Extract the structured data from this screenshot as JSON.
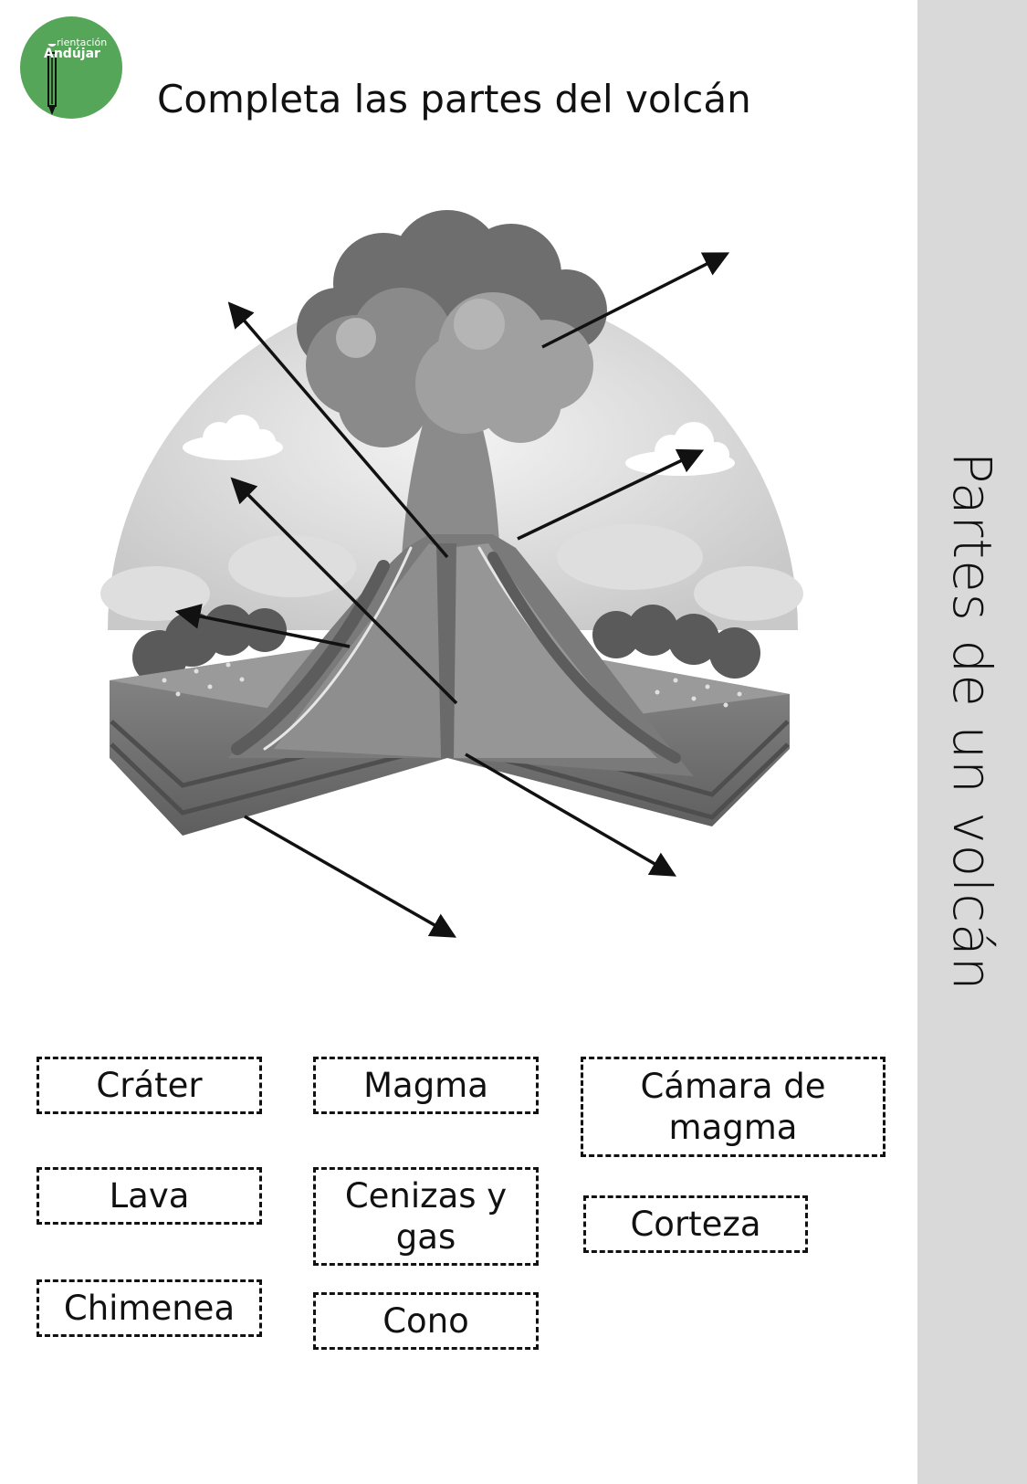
{
  "logo": {
    "line1": "rientación",
    "line2": "Andújar"
  },
  "title": "Completa las partes del volcán",
  "sidebar": {
    "title": "Partes de un volcán"
  },
  "word_bank": [
    "Cráter",
    "Magma",
    "Cámara de magma",
    "Lava",
    "Cenizas y gas",
    "Corteza",
    "Chimenea",
    "Cono"
  ]
}
